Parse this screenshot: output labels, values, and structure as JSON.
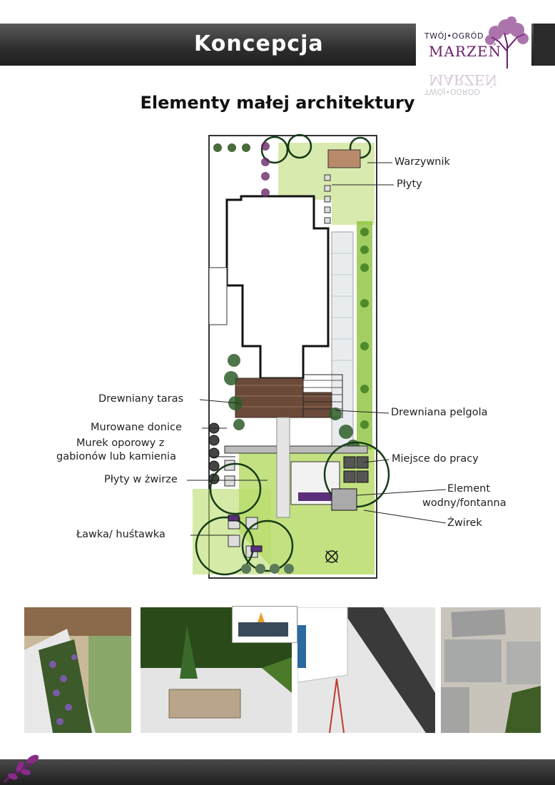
{
  "header": {
    "title": "Koncepcja",
    "logo_top": "TWÓJ•OGRÓD",
    "logo_main": "MARZEŃ"
  },
  "subtitle": "Elementy małej architektury",
  "labels": {
    "warzywnik": "Warzywnik",
    "plyty": "Płyty",
    "drewniany_taras": "Drewniany taras",
    "drewniana_pelgola": "Drewniana pelgola",
    "murowane_donice": "Murowane donice",
    "murek_line1": "Murek oporowy z",
    "murek_line2": "gabionów lub kamienia",
    "miejsce_do_pracy": "Miejsce do pracy",
    "plyty_w_zwirze": "Płyty w żwirze",
    "element_line1": "Element",
    "element_line2": "wodny/fontanna",
    "zwirek": "Żwirek",
    "lawka": "Ławka/ huśtawka"
  },
  "photos": [
    {
      "subject": "lavender-planter"
    },
    {
      "subject": "fountain-in-gravel"
    },
    {
      "subject": "fire-table-inset"
    },
    {
      "subject": "work-table-on-slabs"
    },
    {
      "subject": "stepping-slabs-in-gravel"
    }
  ],
  "colors": {
    "header": "#2e2e2e",
    "logo_purple": "#6a1f6a",
    "lawn": "#b8dc6a",
    "wood": "#6b4a3a",
    "shrub": "#2f5e2a"
  }
}
